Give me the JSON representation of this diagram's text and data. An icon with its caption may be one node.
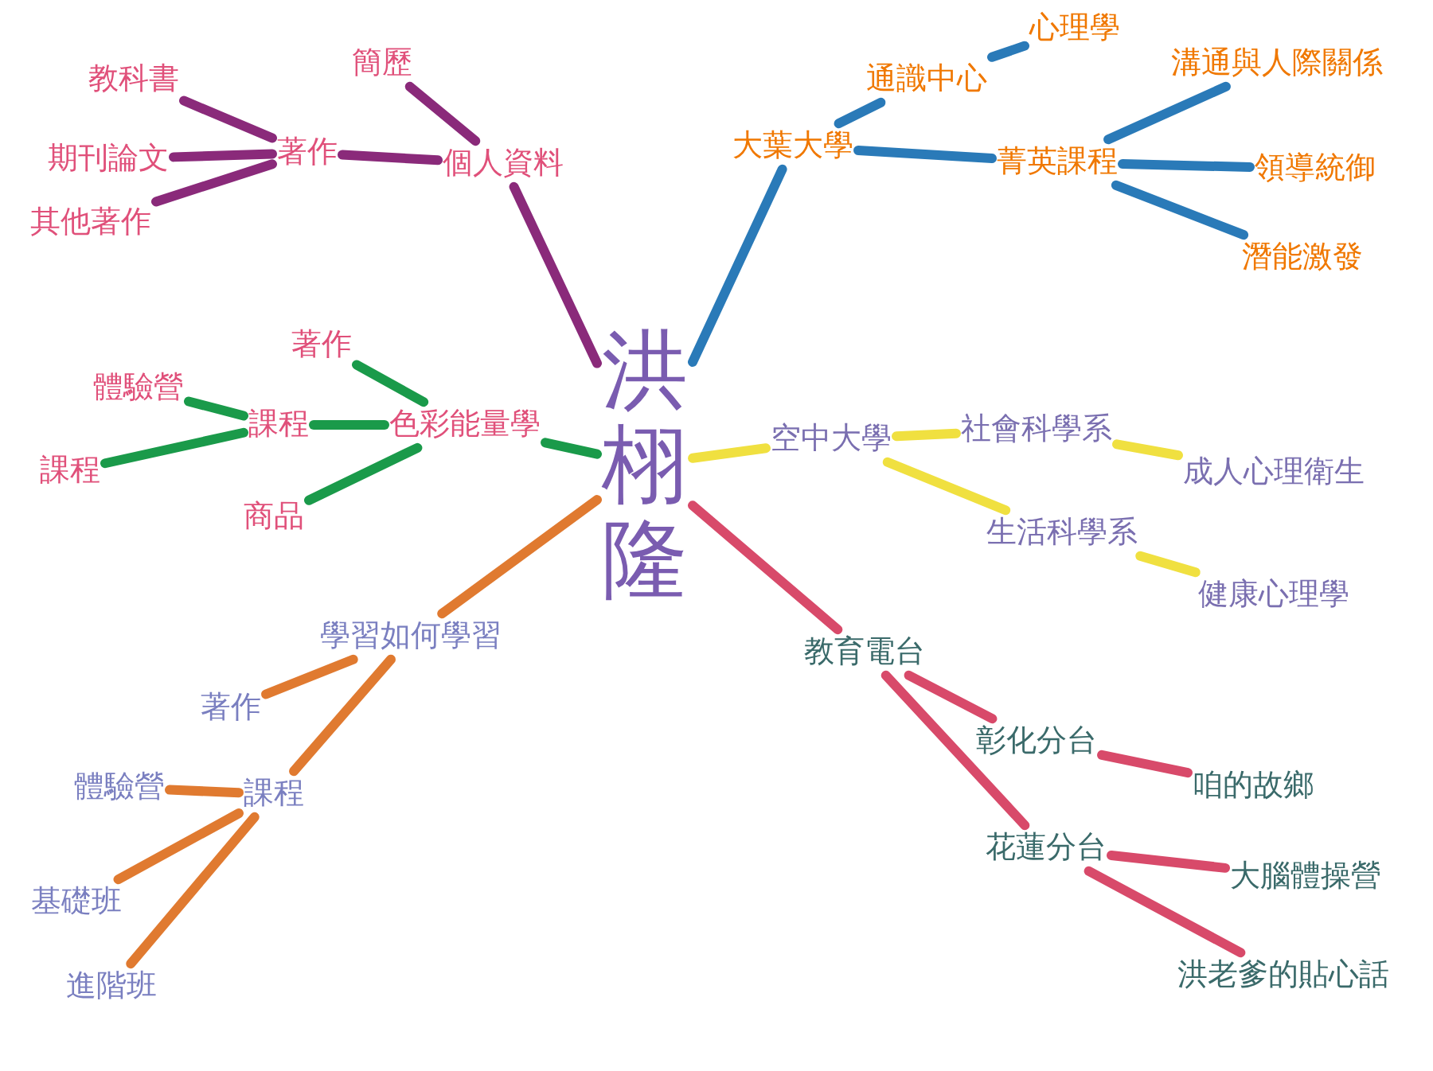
{
  "diagram": {
    "nodes": [
      {
        "text": [
          "洪栩隆"
        ]
      },
      {
        "text": [
          "個人資料"
        ]
      },
      {
        "text": [
          "簡歷"
        ]
      },
      {
        "text": [
          "著作"
        ]
      },
      {
        "text": [
          "教科書"
        ]
      },
      {
        "text": [
          "期刊論文"
        ]
      },
      {
        "text": [
          "其他著作"
        ]
      },
      {
        "text": [
          "大葉大學"
        ]
      },
      {
        "text": [
          "通識中心"
        ]
      },
      {
        "text": [
          "心理學"
        ]
      },
      {
        "text": [
          "菁英課程"
        ]
      },
      {
        "text": [
          "溝通與人際關係"
        ]
      },
      {
        "text": [
          "領導統御"
        ]
      },
      {
        "text": [
          "潛能激發"
        ]
      },
      {
        "text": [
          "色彩能量學"
        ]
      },
      {
        "text": [
          "著作"
        ]
      },
      {
        "text": [
          "課程"
        ]
      },
      {
        "text": [
          "商品"
        ]
      },
      {
        "text": [
          "體驗營"
        ]
      },
      {
        "text": [
          "課程"
        ]
      },
      {
        "text": [
          "空中大學"
        ]
      },
      {
        "text": [
          "社會科學系"
        ]
      },
      {
        "text": [
          "成人心理衛生"
        ]
      },
      {
        "text": [
          "生活科學系"
        ]
      },
      {
        "text": [
          "健康心理學"
        ]
      },
      {
        "text": [
          "學習如何學習"
        ]
      },
      {
        "text": [
          "著作"
        ]
      },
      {
        "text": [
          "課程"
        ]
      },
      {
        "text": [
          "體驗營"
        ]
      },
      {
        "text": [
          "基礎班"
        ]
      },
      {
        "text": [
          "進階班"
        ]
      },
      {
        "text": [
          "教育電台"
        ]
      },
      {
        "text": [
          "彰化分台"
        ]
      },
      {
        "text": [
          "咱的故鄉"
        ]
      },
      {
        "text": [
          "花蓮分台"
        ]
      },
      {
        "text": [
          "大腦體操營"
        ]
      },
      {
        "text": [
          "洪老爹的貼心話"
        ]
      }
    ],
    "edges": [
      {
        "from": 0,
        "to": 1,
        "arrow": "none",
        "color": "#8a2a7a"
      },
      {
        "from": 1,
        "to": 2,
        "arrow": "none",
        "color": "#8a2a7a"
      },
      {
        "from": 1,
        "to": 3,
        "arrow": "none",
        "color": "#8a2a7a"
      },
      {
        "from": 3,
        "to": 4,
        "arrow": "none",
        "color": "#8a2a7a"
      },
      {
        "from": 3,
        "to": 5,
        "arrow": "none",
        "color": "#8a2a7a"
      },
      {
        "from": 3,
        "to": 6,
        "arrow": "none",
        "color": "#8a2a7a"
      },
      {
        "from": 0,
        "to": 7,
        "arrow": "none",
        "color": "#2a7ab8"
      },
      {
        "from": 7,
        "to": 8,
        "arrow": "none",
        "color": "#2a7ab8"
      },
      {
        "from": 8,
        "to": 9,
        "arrow": "none",
        "color": "#2a7ab8"
      },
      {
        "from": 7,
        "to": 10,
        "arrow": "none",
        "color": "#2a7ab8"
      },
      {
        "from": 10,
        "to": 11,
        "arrow": "none",
        "color": "#2a7ab8"
      },
      {
        "from": 10,
        "to": 12,
        "arrow": "none",
        "color": "#2a7ab8"
      },
      {
        "from": 10,
        "to": 13,
        "arrow": "none",
        "color": "#2a7ab8"
      },
      {
        "from": 0,
        "to": 14,
        "arrow": "none",
        "color": "#1a9a4a"
      },
      {
        "from": 14,
        "to": 15,
        "arrow": "none",
        "color": "#1a9a4a"
      },
      {
        "from": 14,
        "to": 16,
        "arrow": "none",
        "color": "#1a9a4a"
      },
      {
        "from": 14,
        "to": 17,
        "arrow": "none",
        "color": "#1a9a4a"
      },
      {
        "from": 16,
        "to": 18,
        "arrow": "none",
        "color": "#1a9a4a"
      },
      {
        "from": 16,
        "to": 19,
        "arrow": "none",
        "color": "#1a9a4a"
      },
      {
        "from": 0,
        "to": 20,
        "arrow": "none",
        "color": "#f0e040"
      },
      {
        "from": 20,
        "to": 21,
        "arrow": "none",
        "color": "#f0e040"
      },
      {
        "from": 21,
        "to": 22,
        "arrow": "none",
        "color": "#f0e040"
      },
      {
        "from": 20,
        "to": 23,
        "arrow": "none",
        "color": "#f0e040"
      },
      {
        "from": 23,
        "to": 24,
        "arrow": "none",
        "color": "#f0e040"
      },
      {
        "from": 0,
        "to": 25,
        "arrow": "none",
        "color": "#e07a30"
      },
      {
        "from": 25,
        "to": 26,
        "arrow": "none",
        "color": "#e07a30"
      },
      {
        "from": 25,
        "to": 27,
        "arrow": "none",
        "color": "#e07a30"
      },
      {
        "from": 27,
        "to": 28,
        "arrow": "none",
        "color": "#e07a30"
      },
      {
        "from": 27,
        "to": 29,
        "arrow": "none",
        "color": "#e07a30"
      },
      {
        "from": 27,
        "to": 30,
        "arrow": "none",
        "color": "#e07a30"
      },
      {
        "from": 0,
        "to": 31,
        "arrow": "none",
        "color": "#d84a6a"
      },
      {
        "from": 31,
        "to": 32,
        "arrow": "none",
        "color": "#d84a6a"
      },
      {
        "from": 32,
        "to": 33,
        "arrow": "none",
        "color": "#d84a6a"
      },
      {
        "from": 31,
        "to": 34,
        "arrow": "none",
        "color": "#d84a6a"
      },
      {
        "from": 34,
        "to": 35,
        "arrow": "none",
        "color": "#d84a6a"
      },
      {
        "from": 34,
        "to": 36,
        "arrow": "none",
        "color": "#d84a6a"
      }
    ]
  }
}
